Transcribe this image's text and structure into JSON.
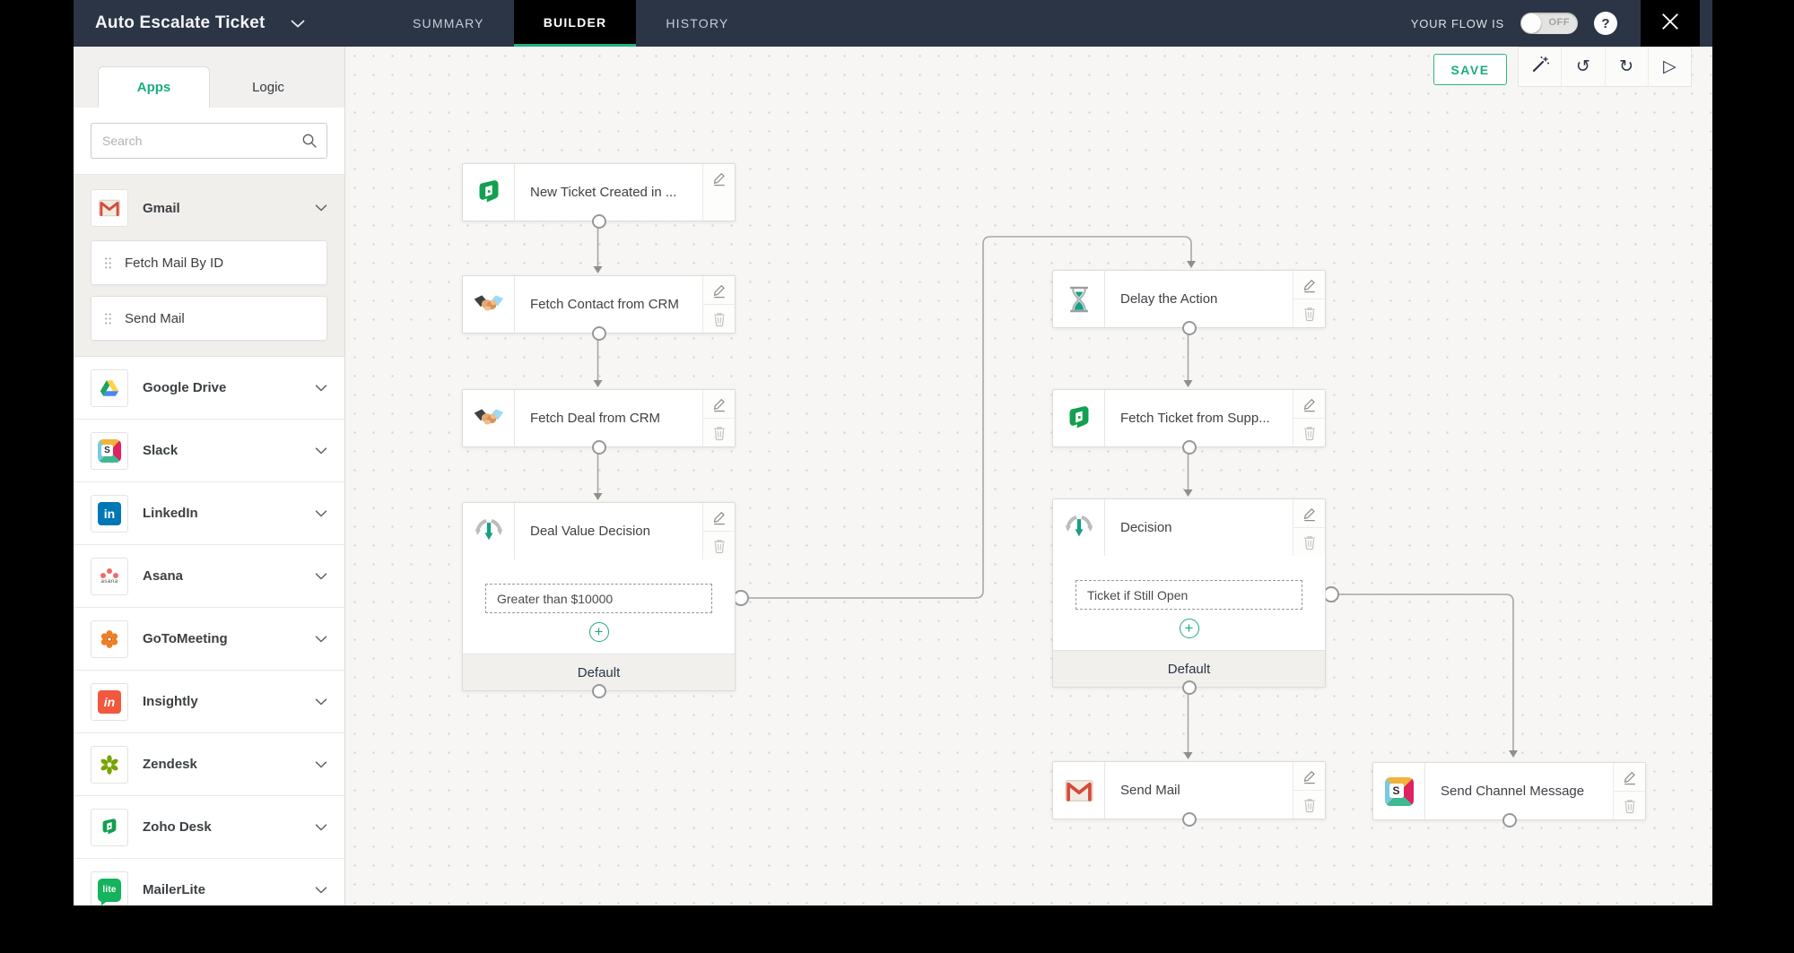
{
  "header": {
    "title": "Auto Escalate Ticket",
    "tabs": [
      {
        "label": "SUMMARY"
      },
      {
        "label": "BUILDER"
      },
      {
        "label": "HISTORY"
      }
    ],
    "flow_status_label": "YOUR FLOW IS",
    "toggle_label": "OFF",
    "help_glyph": "?"
  },
  "toolbar": {
    "save_label": "SAVE",
    "undo_glyph": "↺",
    "redo_glyph": "↻",
    "run_glyph": "▷"
  },
  "sidebar": {
    "tabs": [
      {
        "label": "Apps"
      },
      {
        "label": "Logic"
      }
    ],
    "search_placeholder": "Search",
    "apps": [
      {
        "name": "Gmail",
        "icon": "gmail-icon",
        "expanded": true,
        "actions": [
          "Fetch Mail By ID",
          "Send Mail"
        ]
      },
      {
        "name": "Google Drive",
        "icon": "google-drive-icon"
      },
      {
        "name": "Slack",
        "icon": "slack-icon",
        "icon_text": "S"
      },
      {
        "name": "LinkedIn",
        "icon": "linkedin-icon",
        "icon_text": "in"
      },
      {
        "name": "Asana",
        "icon": "asana-icon",
        "icon_text": "asana"
      },
      {
        "name": "GoToMeeting",
        "icon": "gotomeeting-icon"
      },
      {
        "name": "Insightly",
        "icon": "insightly-icon",
        "icon_text": "in"
      },
      {
        "name": "Zendesk",
        "icon": "zendesk-icon"
      },
      {
        "name": "Zoho Desk",
        "icon": "zoho-desk-icon"
      },
      {
        "name": "MailerLite",
        "icon": "mailerlite-icon",
        "icon_text": "lite"
      }
    ]
  },
  "canvas": {
    "nodes": [
      {
        "title": "New Ticket Created in ...",
        "icon": "zoho-desk-icon",
        "type": "trigger"
      },
      {
        "title": "Fetch Contact from CRM",
        "icon": "handshake-icon",
        "type": "action"
      },
      {
        "title": "Fetch Deal from CRM",
        "icon": "handshake-icon",
        "type": "action"
      },
      {
        "title": "Deal Value Decision",
        "icon": "decision-icon",
        "type": "decision",
        "condition": "Greater than $10000",
        "default_label": "Default",
        "add_glyph": "+"
      },
      {
        "title": "Delay the Action",
        "icon": "hourglass-icon",
        "type": "action"
      },
      {
        "title": "Fetch Ticket from Supp...",
        "icon": "zoho-desk-icon",
        "type": "action"
      },
      {
        "title": "Decision",
        "icon": "decision-icon",
        "type": "decision",
        "condition": "Ticket if Still Open",
        "default_label": "Default",
        "add_glyph": "+"
      },
      {
        "title": "Send Mail",
        "icon": "gmail-icon",
        "type": "action"
      },
      {
        "title": "Send Channel Message",
        "icon": "slack-icon",
        "type": "action"
      }
    ]
  },
  "colors": {
    "accent_green": "#1cab80",
    "header_navy": "#2b3546",
    "builder_tab_bg": "#000000",
    "canvas_bg": "#f7f6f4"
  }
}
